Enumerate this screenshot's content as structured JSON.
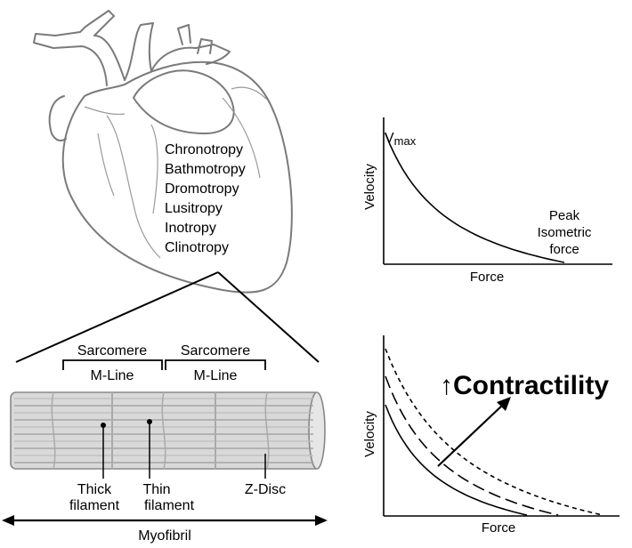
{
  "heart_properties": [
    "Chronotropy",
    "Bathmotropy",
    "Dromotropy",
    "Lusitropy",
    "Inotropy",
    "Clinotropy"
  ],
  "myofibril": {
    "sarcomere_left": "Sarcomere",
    "sarcomere_right": "Sarcomere",
    "mline_left": "M-Line",
    "mline_right": "M-Line",
    "thick_filament": [
      "Thick",
      "filament"
    ],
    "thin_filament": [
      "Thin",
      "filament"
    ],
    "z_disc": "Z-Disc",
    "myofibril_label": "Myofibril"
  },
  "chart_data": [
    {
      "type": "line",
      "xlabel": "Force",
      "ylabel": "Velocity",
      "annotations": {
        "vmax_main": "V",
        "vmax_sub": "max",
        "peak": [
          "Peak",
          "Isometric",
          "force"
        ]
      },
      "series": [
        {
          "style": "solid",
          "x": [
            0,
            0.25,
            0.5,
            0.75,
            1.0
          ],
          "y": [
            1.0,
            0.58,
            0.3,
            0.12,
            0.0
          ]
        }
      ]
    },
    {
      "type": "line",
      "xlabel": "Force",
      "ylabel": "Velocity",
      "annotation": "↑Contractility",
      "series": [
        {
          "style": "solid"
        },
        {
          "style": "long-dash"
        },
        {
          "style": "short-dash"
        }
      ]
    }
  ],
  "colors": {
    "heart_outline": "#7a7a7a",
    "myofibril_fill": "#d8d8d8",
    "lines": "#000000"
  }
}
